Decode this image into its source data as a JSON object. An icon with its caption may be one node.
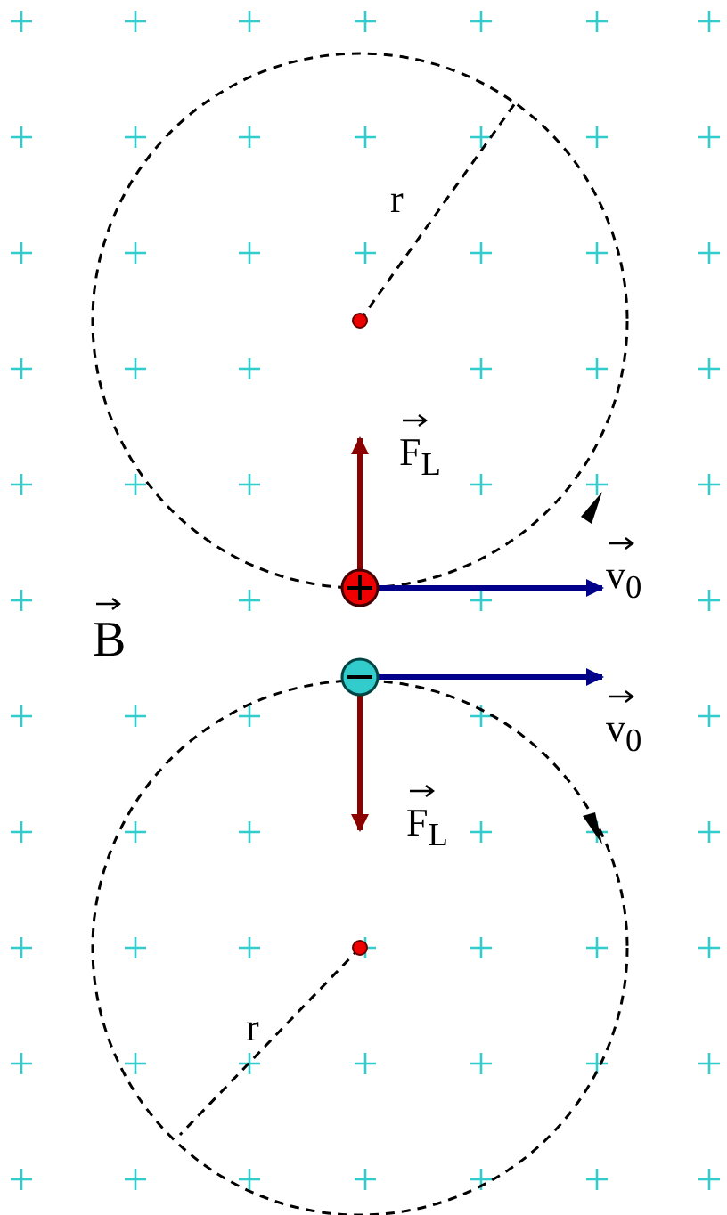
{
  "diagram": {
    "labels": [
      "r",
      "F$_{L}$",
      "B",
      "v$_{0}$",
      "v$_{0}$",
      "F$_{L}$",
      "r"
    ]
  }
}
